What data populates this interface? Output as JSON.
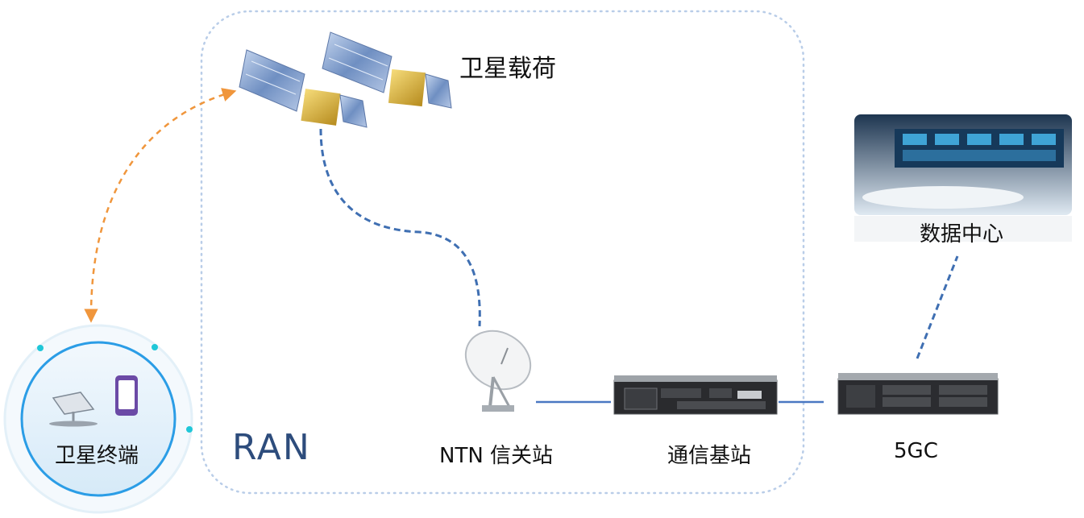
{
  "nodes": {
    "satellite_payload": "卫星载荷",
    "data_center": "数据中心",
    "satellite_terminal": "卫星终端",
    "ntn_gateway": "NTN 信关站",
    "base_station": "通信基站",
    "core": "5GC"
  },
  "group": {
    "label": "RAN"
  },
  "colors": {
    "group_border": "#b9cde8",
    "link_dashed_blue": "#3f6fb2",
    "link_dashed_orange": "#f0963c",
    "link_solid": "#4a78c2",
    "terminal_ring": "#2b9de6",
    "accent_dot": "#1fc7d8",
    "phone_purple": "#6b4aa6"
  }
}
